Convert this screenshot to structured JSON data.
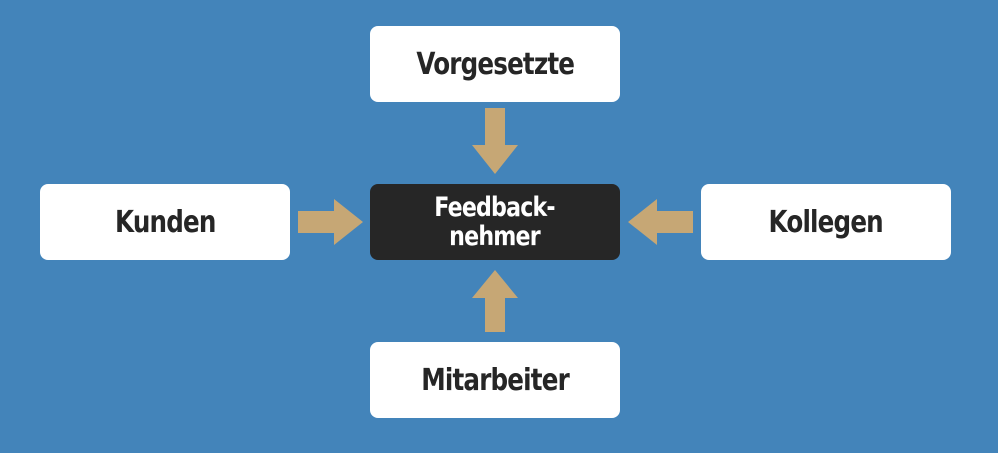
{
  "diagram": {
    "center": {
      "label": "Feedback-\nnehmer"
    },
    "top": {
      "label": "Vorgesetzte"
    },
    "left": {
      "label": "Kunden"
    },
    "right": {
      "label": "Kollegen"
    },
    "bottom": {
      "label": "Mitarbeiter"
    }
  },
  "colors": {
    "background": "#4384ba",
    "box": "#ffffff",
    "center_box": "#262626",
    "text_dark": "#262626",
    "text_light": "#ffffff",
    "arrow": "#c6a775"
  }
}
